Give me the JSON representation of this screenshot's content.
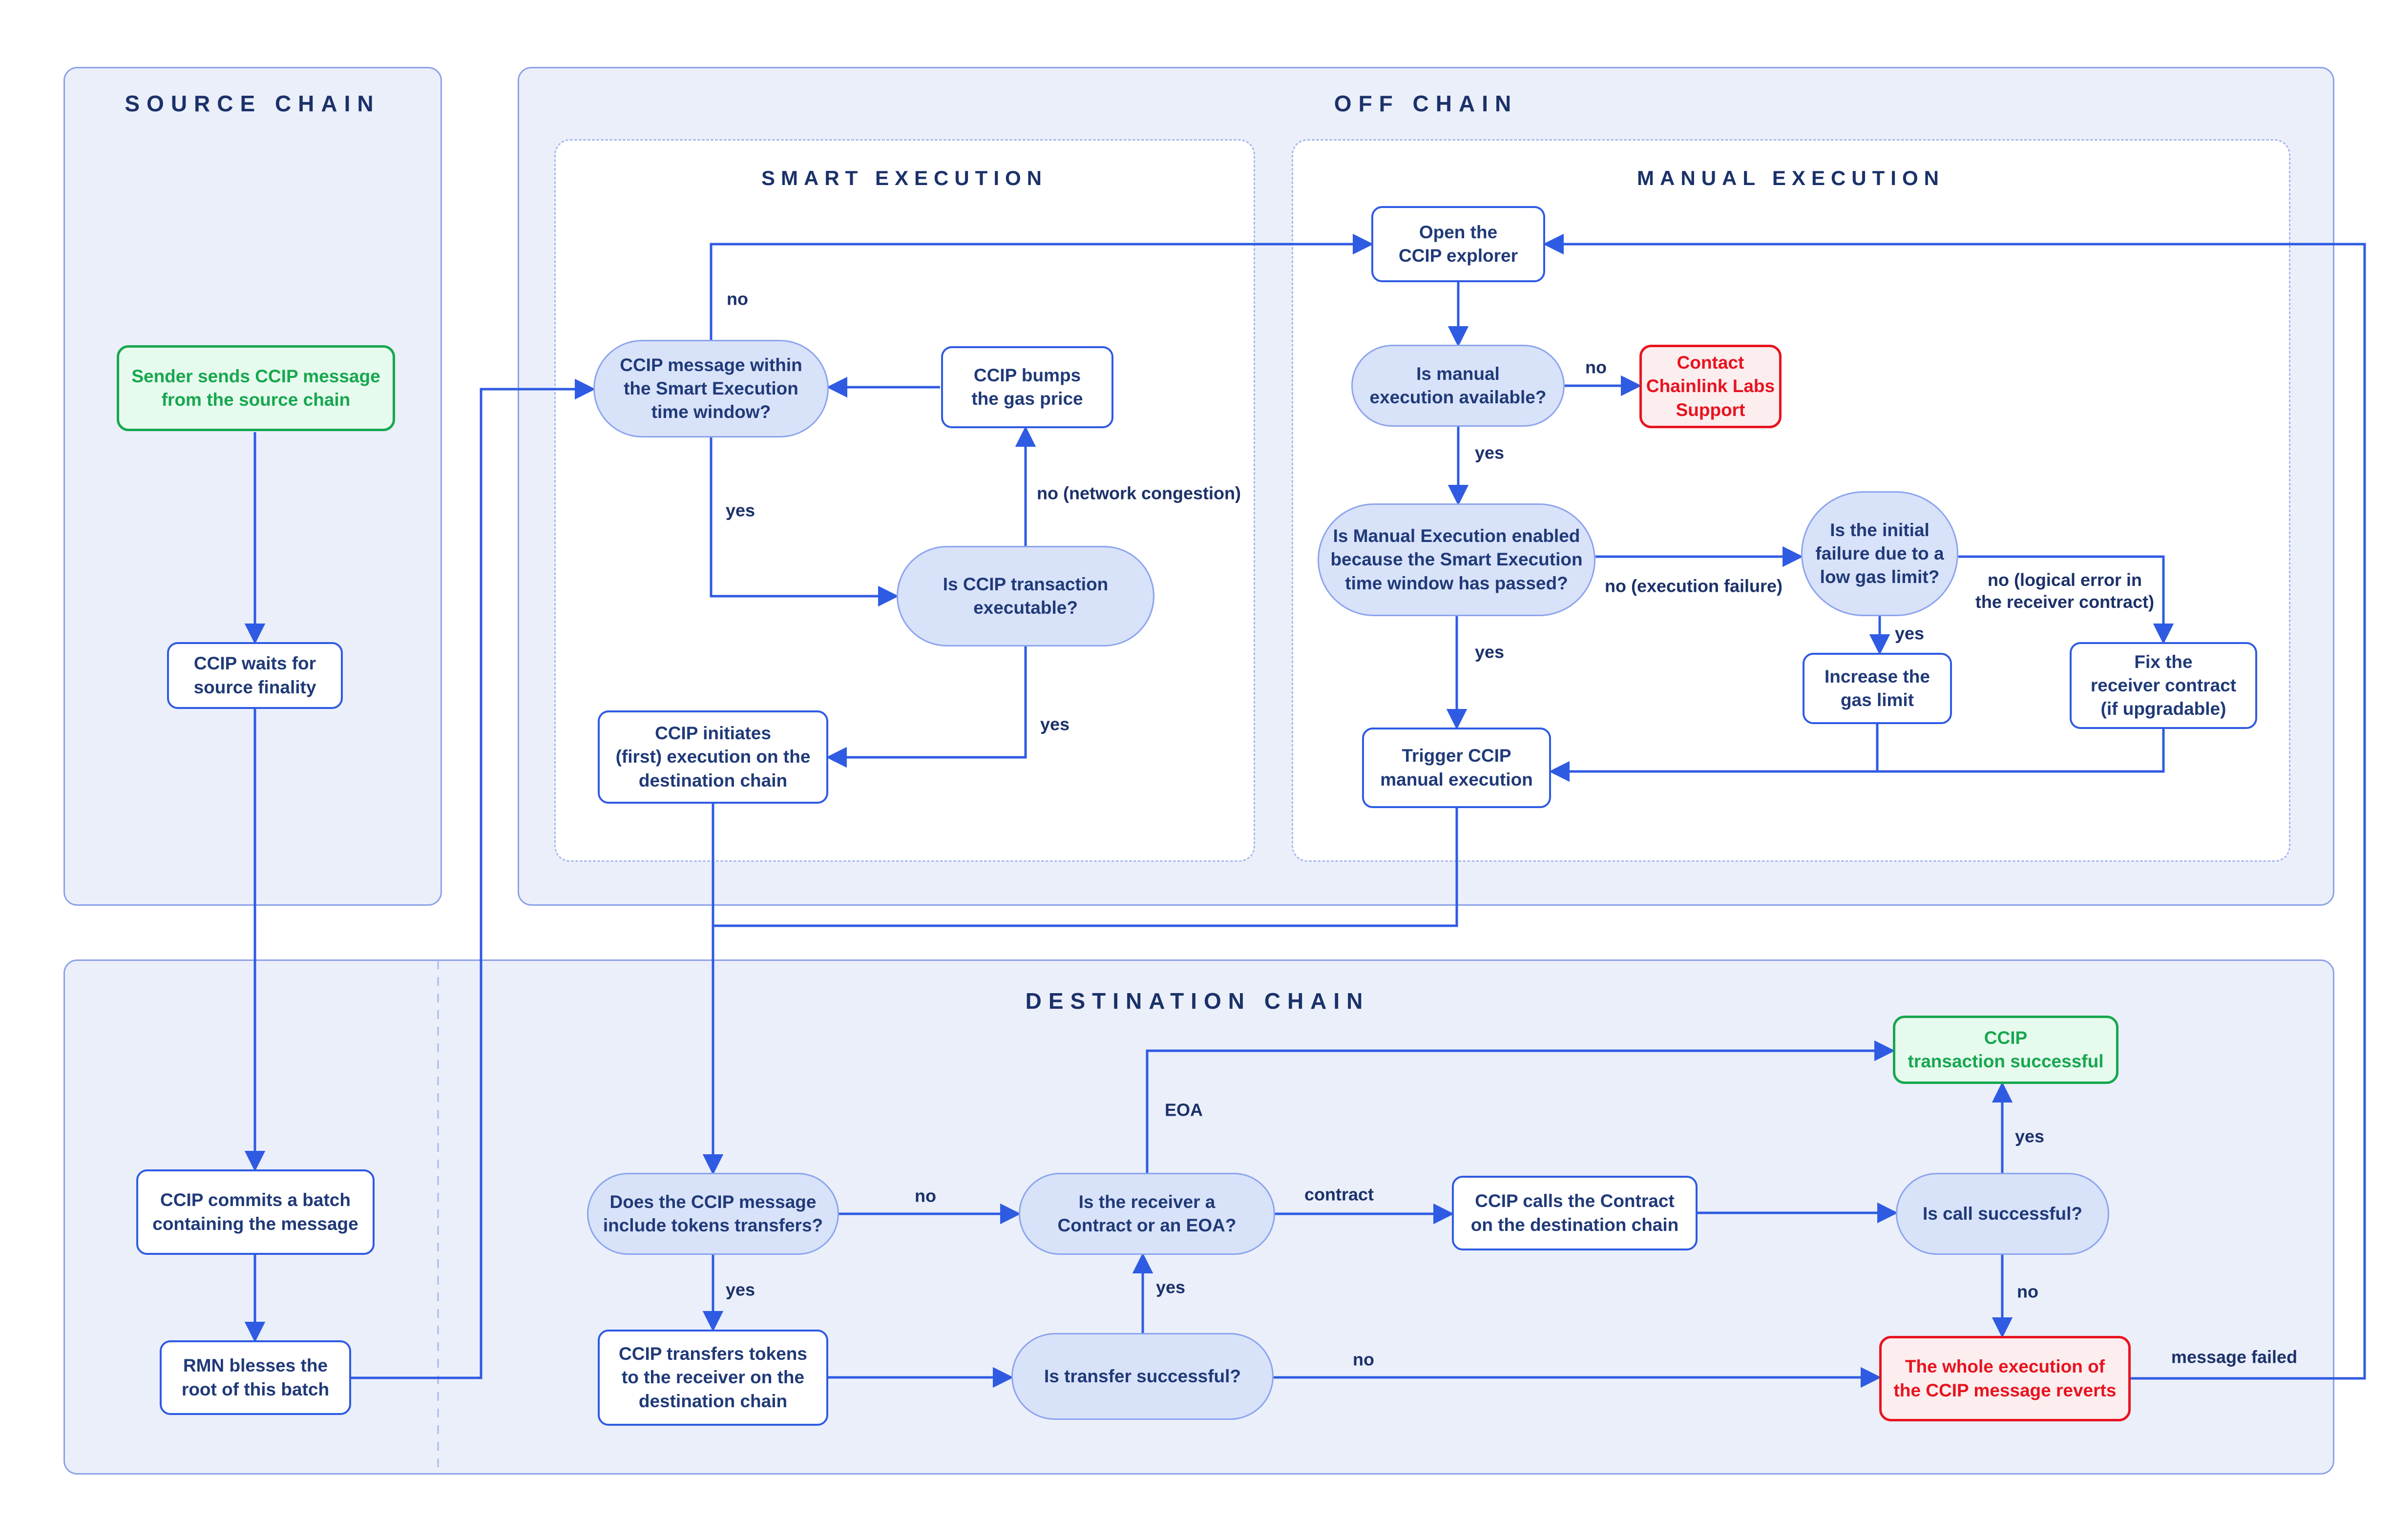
{
  "colors": {
    "accent_blue": "#2f5be3",
    "navy_text": "#203a78",
    "panel_fill": "#ebeffa",
    "panel_border": "#8ba2e8",
    "pill_fill": "#d8e2f9",
    "green": "#17a74e",
    "green_fill": "#e6faee",
    "red": "#e8131f",
    "red_fill": "#fcedee"
  },
  "panels": {
    "source": {
      "title": "SOURCE CHAIN"
    },
    "offchain": {
      "title": "OFF CHAIN"
    },
    "smart": {
      "title": "SMART EXECUTION"
    },
    "manual": {
      "title": "MANUAL EXECUTION"
    },
    "destination": {
      "title": "DESTINATION CHAIN"
    }
  },
  "nodes": {
    "sender_sends": {
      "text": "Sender sends CCIP message\nfrom the source chain"
    },
    "waits": {
      "text": "CCIP waits for\nsource finality"
    },
    "commits": {
      "text": "CCIP commits a batch\ncontaining the message"
    },
    "rmn": {
      "text": "RMN blesses the\nroot of this batch"
    },
    "window": {
      "text": "CCIP message within\nthe Smart Execution\ntime window?"
    },
    "bumps": {
      "text": "CCIP bumps\nthe gas price"
    },
    "executable": {
      "text": "Is CCIP transaction\nexecutable?"
    },
    "initiates": {
      "text": "CCIP initiates\n(first) execution on the\ndestination chain"
    },
    "explorer": {
      "text": "Open the\nCCIP explorer"
    },
    "avail": {
      "text": "Is manual\nexecution available?"
    },
    "contact": {
      "text": "Contact\nChainlink Labs\nSupport"
    },
    "enabled": {
      "text": "Is Manual Execution enabled\nbecause the Smart Execution\ntime window has passed?"
    },
    "lowgas": {
      "text": "Is the initial\nfailure due to a\nlow gas limit?"
    },
    "increase": {
      "text": "Increase the\ngas limit"
    },
    "fix": {
      "text": "Fix the\nreceiver contract\n(if upgradable)"
    },
    "trigger": {
      "text": "Trigger CCIP\nmanual execution"
    },
    "tokens": {
      "text": "Does the CCIP message\ninclude tokens transfers?"
    },
    "receiver": {
      "text": "Is the receiver a\nContract or an EOA?"
    },
    "calls": {
      "text": "CCIP calls the Contract\non the destination chain"
    },
    "callok": {
      "text": "Is call successful?"
    },
    "success": {
      "text": "CCIP\ntransaction successful"
    },
    "transfers": {
      "text": "CCIP transfers tokens\nto the receiver on the\ndestination chain"
    },
    "transferok": {
      "text": "Is transfer successful?"
    },
    "revert": {
      "text": "The whole execution of\nthe CCIP message reverts"
    }
  },
  "edge_labels": {
    "no_window": {
      "text": "no"
    },
    "yes_window": {
      "text": "yes"
    },
    "no_congestion": {
      "text": "no (network congestion)"
    },
    "yes_executable": {
      "text": "yes"
    },
    "no_manual": {
      "text": "no"
    },
    "yes_manual": {
      "text": "yes"
    },
    "no_exec_failure": {
      "text": "no (execution failure)"
    },
    "yes_lowgas": {
      "text": "yes"
    },
    "no_logical": {
      "text": "no (logical error in\nthe receiver contract)"
    },
    "yes_enabled": {
      "text": "yes"
    },
    "eoa": {
      "text": "EOA"
    },
    "no_tokens": {
      "text": "no"
    },
    "contract": {
      "text": "contract"
    },
    "yes_call": {
      "text": "yes"
    },
    "no_call": {
      "text": "no"
    },
    "yes_tokens": {
      "text": "yes"
    },
    "yes_transfer": {
      "text": "yes"
    },
    "no_transfer": {
      "text": "no"
    },
    "message_failed": {
      "text": "message failed"
    }
  }
}
